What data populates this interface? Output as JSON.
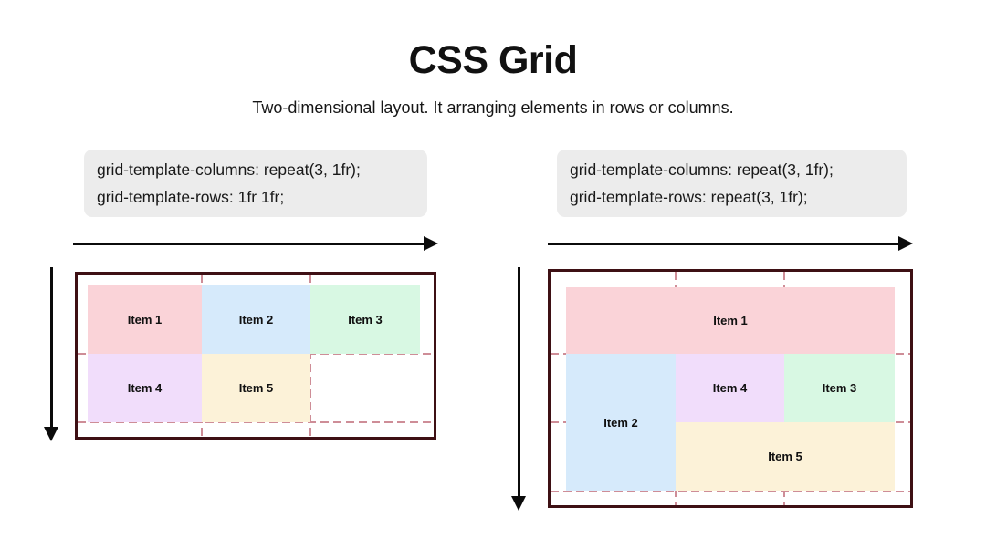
{
  "page": {
    "title": "CSS Grid",
    "subtitle": "Two-dimensional layout. It arranging elements in rows or columns."
  },
  "colors": {
    "code_background": "#ECECEC",
    "container_border": "#3E1014",
    "dashed_grid_line": "#CE8D97",
    "arrow": "#0B0B0B",
    "item_pink": "#FAD3D8",
    "item_blue": "#D6EAFB",
    "item_green": "#D8F8E3",
    "item_purple": "#F1DDFB",
    "item_cream": "#FCF2D8"
  },
  "examples": [
    {
      "name": "two-row-grid",
      "code_lines": [
        "grid-template-columns: repeat(3, 1fr);",
        "grid-template-rows: 1fr 1fr;"
      ],
      "items": [
        {
          "label": "Item 1",
          "color": "#FAD3D8"
        },
        {
          "label": "Item 2",
          "color": "#D6EAFB"
        },
        {
          "label": "Item 3",
          "color": "#D8F8E3"
        },
        {
          "label": "Item 4",
          "color": "#F1DDFB"
        },
        {
          "label": "Item 5",
          "color": "#FCF2D8"
        }
      ]
    },
    {
      "name": "three-row-grid-with-spans",
      "code_lines": [
        "grid-template-columns: repeat(3, 1fr);",
        "grid-template-rows: repeat(3, 1fr);"
      ],
      "items": [
        {
          "label": "Item 1",
          "color": "#FAD3D8"
        },
        {
          "label": "Item 2",
          "color": "#D6EAFB"
        },
        {
          "label": "Item 3",
          "color": "#D8F8E3"
        },
        {
          "label": "Item 4",
          "color": "#F1DDFB"
        },
        {
          "label": "Item 5",
          "color": "#FCF2D8"
        }
      ]
    }
  ]
}
